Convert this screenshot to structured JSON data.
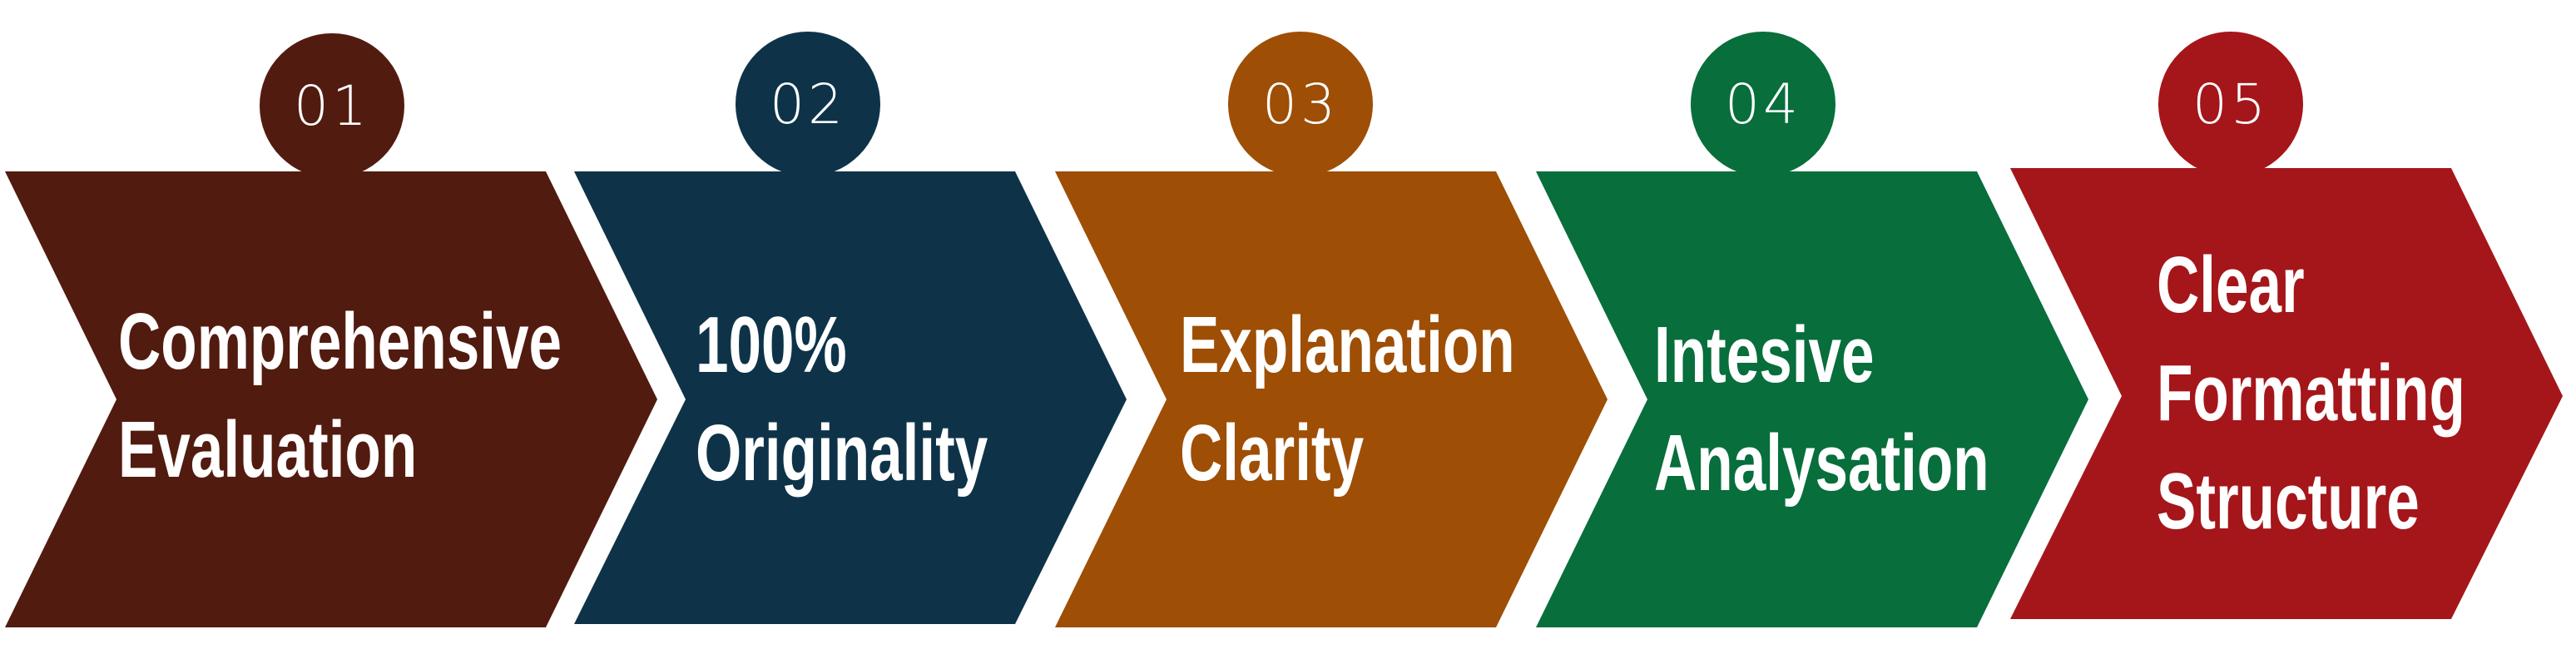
{
  "diagram": {
    "steps": [
      {
        "number": "01",
        "lines": [
          "Comprehensive",
          "Evaluation"
        ],
        "color": "#521b0f"
      },
      {
        "number": "02",
        "lines": [
          "100%",
          "Originality"
        ],
        "color": "#0e3349"
      },
      {
        "number": "03",
        "lines": [
          "Explanation",
          "Clarity"
        ],
        "color": "#9e4e05"
      },
      {
        "number": "04",
        "lines": [
          "Intesive",
          "Analysation"
        ],
        "color": "#076e3c"
      },
      {
        "number": "05",
        "lines": [
          "Clear",
          "Formatting",
          "Structure"
        ],
        "color": "#a4161a"
      }
    ]
  }
}
